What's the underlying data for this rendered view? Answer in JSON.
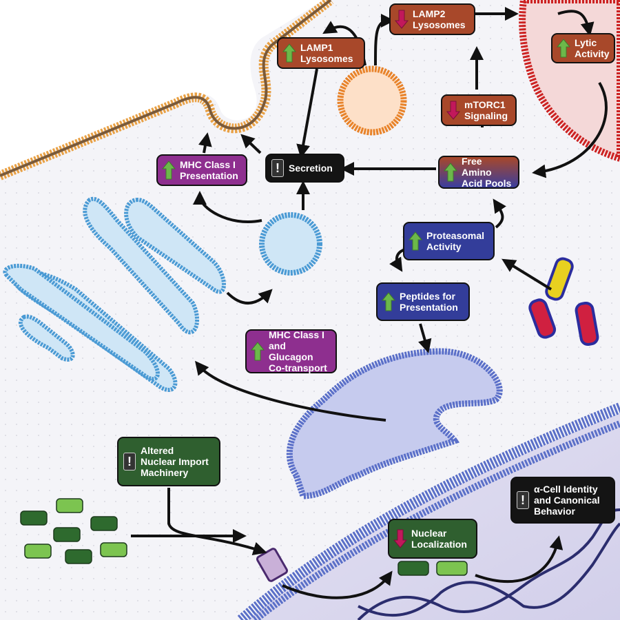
{
  "diagram": {
    "title_hidden": "",
    "colors": {
      "up_arrow": "#6cb84a",
      "down_arrow": "#c2185b",
      "lysosome_box": "#a8482a",
      "mhc_box": "#8e2f8f",
      "alert_box": "#141414",
      "proteasome_box": "#333d9a",
      "nuclear_box": "#2f5f2f"
    },
    "nodes": [
      {
        "id": "lamp1",
        "label": "LAMP1\nLysosomes",
        "indicator": "up-arrow"
      },
      {
        "id": "lamp2",
        "label": "LAMP2\nLysosomes",
        "indicator": "down-arrow"
      },
      {
        "id": "lytic",
        "label": "Lytic\nActivity",
        "indicator": "up-arrow"
      },
      {
        "id": "mtorc1",
        "label": "mTORC1\nSignaling",
        "indicator": "down-arrow"
      },
      {
        "id": "free_aa",
        "label": "Free Amino\nAcid Pools",
        "indicator": "up-arrow"
      },
      {
        "id": "secretion",
        "label": "Secretion",
        "indicator": "exclamation"
      },
      {
        "id": "mhc_pres",
        "label": "MHC Class I\nPresentation",
        "indicator": "up-arrow"
      },
      {
        "id": "proteasomal",
        "label": "Proteasomal\nActivity",
        "indicator": "up-arrow"
      },
      {
        "id": "peptides",
        "label": "Peptides for\nPresentation",
        "indicator": "up-arrow"
      },
      {
        "id": "mhc_glucagon",
        "label": "MHC Class I\nand Glucagon\nCo-transport",
        "indicator": "up-arrow"
      },
      {
        "id": "nuclear_import",
        "label": "Altered\nNuclear Import\nMachinery",
        "indicator": "exclamation"
      },
      {
        "id": "nuclear_loc",
        "label": "Nuclear\nLocalization",
        "indicator": "down-arrow"
      },
      {
        "id": "alpha_cell",
        "label": "α-Cell Identity\nand Canonical\nBehavior",
        "indicator": "exclamation"
      }
    ],
    "exclamation_glyph": "!",
    "structures": [
      "plasma-membrane",
      "secretory-granule-exocytosis",
      "lysosome",
      "lysosome-large",
      "golgi-apparatus",
      "secretory-vesicle",
      "endoplasmic-reticulum",
      "nuclear-envelope",
      "nuclear-pore-complex",
      "dna-helix",
      "proteasomes",
      "importins",
      "v-atpase",
      "immune-synapse"
    ]
  }
}
